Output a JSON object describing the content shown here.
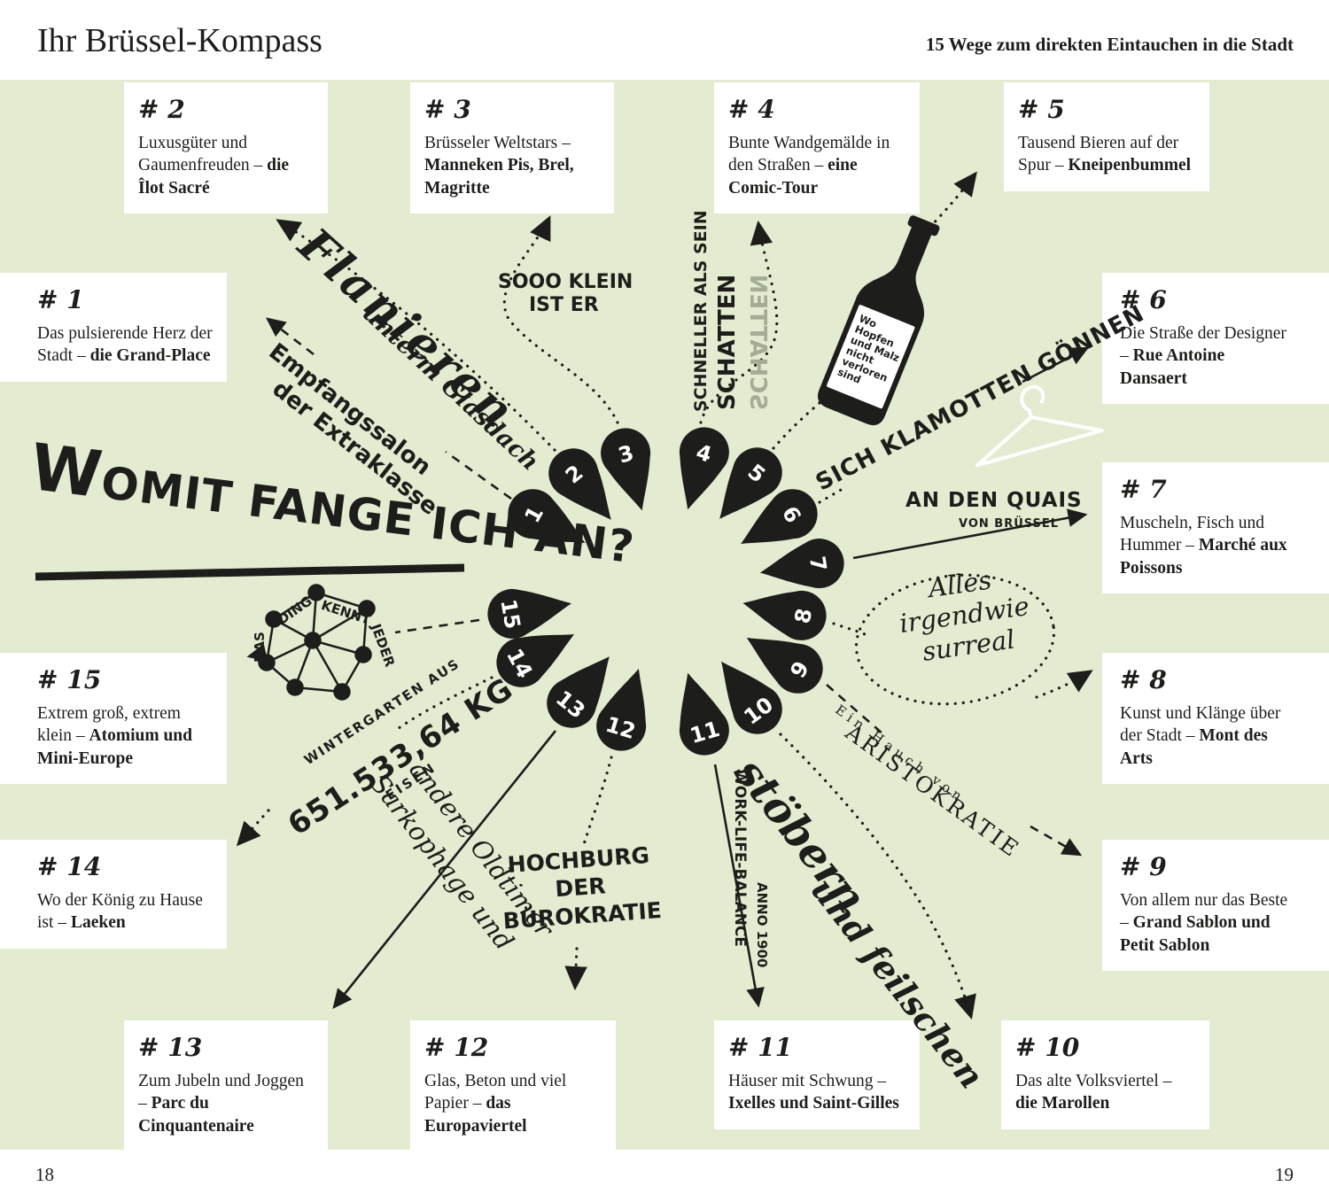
{
  "page": {
    "title": "Ihr Brüssel-Kompass",
    "subtitle": "15 Wege zum direkten Eintauchen in die Stadt",
    "page_left": "18",
    "page_right": "19"
  },
  "center": {
    "headline": "WOMIT FANGE ICH AN?"
  },
  "markers": [
    "1",
    "2",
    "3",
    "4",
    "5",
    "6",
    "7",
    "8",
    "9",
    "10",
    "11",
    "12",
    "13",
    "14",
    "15"
  ],
  "boxes": [
    {
      "num": "# 1",
      "text": "Das pulsierende Herz der Stadt – ",
      "bold": "die Grand-Place"
    },
    {
      "num": "# 2",
      "text": "Luxusgüter und Gaumenfreuden – ",
      "bold": "die Îlot Sacré"
    },
    {
      "num": "# 3",
      "text": "Brüsseler Weltstars – ",
      "bold": "Manneken Pis, Brel, Magritte"
    },
    {
      "num": "# 4",
      "text": "Bunte Wandgemälde in den Straßen – ",
      "bold": "eine Comic-Tour"
    },
    {
      "num": "# 5",
      "text": "Tausend Bieren auf der Spur – ",
      "bold": "Kneipenbummel"
    },
    {
      "num": "# 6",
      "text": "Die Straße der Designer – ",
      "bold": "Rue Antoine Dansaert"
    },
    {
      "num": "# 7",
      "text": "Muscheln, Fisch und Hummer – ",
      "bold": "Marché aux Poissons"
    },
    {
      "num": "# 8",
      "text": "Kunst und Klänge über der Stadt – ",
      "bold": "Mont des Arts"
    },
    {
      "num": "# 9",
      "text": "Von allem nur das Beste – ",
      "bold": "Grand Sablon und Petit Sablon"
    },
    {
      "num": "# 10",
      "text": "Das alte Volksviertel – ",
      "bold": "die Marollen"
    },
    {
      "num": "# 11",
      "text": "Häuser mit Schwung – ",
      "bold": "Ixelles und Saint-Gilles"
    },
    {
      "num": "# 12",
      "text": "Glas, Beton und viel Papier – ",
      "bold": "das Europaviertel"
    },
    {
      "num": "# 13",
      "text": "Zum Jubeln und Joggen – ",
      "bold": "Parc du Cinquantenaire"
    },
    {
      "num": "# 14",
      "text": "Wo der König zu Hause ist – ",
      "bold": "Laeken"
    },
    {
      "num": "# 15",
      "text": "Extrem groß, extrem klein – ",
      "bold": "Atomium und Mini-Europe"
    }
  ],
  "annotations": {
    "flanieren_1": "Flanieren",
    "flanieren_2": "unterm Glasdach",
    "empfang_1": "Empfangssalon",
    "empfang_2": "der Extraklasse",
    "sooo_1": "SOOO KLEIN",
    "sooo_2": "IST ER",
    "schneller": "SCHNELLER ALS SEIN",
    "schatten": "SCHATTEN",
    "bottle": [
      "Wo",
      "Hopfen",
      "und Malz",
      "nicht",
      "verloren",
      "sind"
    ],
    "klamotten": "SICH KLAMOTTEN GÖNNEN",
    "quais_1": "AN DEN QUAIS",
    "quais_2": "VON BRÜSSEL",
    "surreal_1": "Alles",
    "surreal_2": "irgendwie",
    "surreal_3": "surreal",
    "hauch_1": "Ein Hauch von",
    "hauch_2": "ARISTOKRATIE",
    "stoebern_1": "stöbern",
    "stoebern_2": "und feilschen",
    "worklife_1": "WORK-LIFE-BALANCE",
    "worklife_2": "ANNO 1900",
    "hochburg_1": "HOCHBURG",
    "hochburg_2": "DER",
    "hochburg_3": "BÜROKRATIE",
    "sark_1": "Sarkophage und",
    "sark_2": "andere Oldtimer",
    "winter_1": "WINTERGARTEN AUS",
    "winter_2": "651.533,64 KG",
    "winter_3": "EISEN",
    "ding": [
      "DAS",
      "DING",
      "KENNT",
      "JEDER"
    ]
  }
}
